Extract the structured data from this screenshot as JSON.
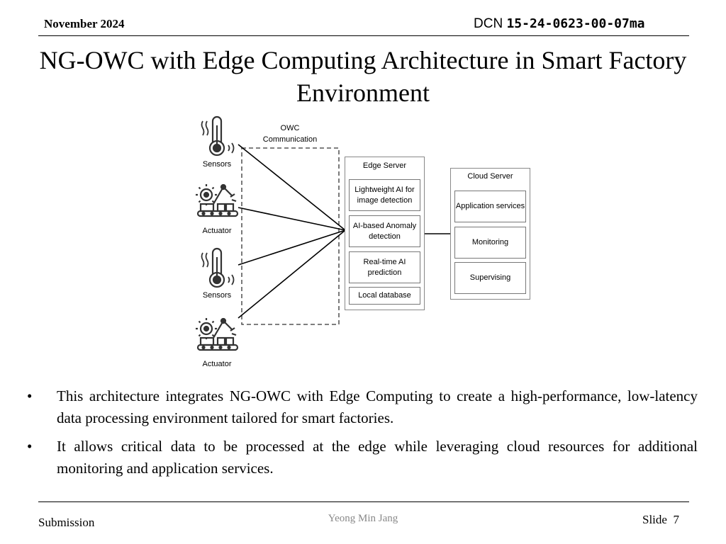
{
  "header": {
    "date": "November 2024",
    "dcn_label": "DCN",
    "dcn_number": "15-24-0623-00-07ma"
  },
  "title": "NG-OWC with Edge Computing Architecture in Smart Factory Environment",
  "diagram": {
    "owc_label": "OWC Communication",
    "devices": [
      "Sensors",
      "Actuator",
      "Sensors",
      "Actuator"
    ],
    "edge": {
      "title": "Edge Server",
      "items": [
        "Lightweight AI for image detection",
        "AI-based Anomaly detection",
        "Real-time AI prediction",
        "Local database"
      ]
    },
    "cloud": {
      "title": "Cloud Server",
      "items": [
        "Application services",
        "Monitoring",
        "Supervising"
      ]
    }
  },
  "bullets": [
    "This architecture integrates NG-OWC with Edge Computing to create a high-performance, low-latency data processing environment tailored for smart factories.",
    "It allows critical data to be processed at the edge while leveraging cloud resources for additional monitoring and application services."
  ],
  "footer": {
    "left": "Submission",
    "center": "Yeong Min Jang",
    "slide_label": "Slide",
    "slide_number": "7"
  }
}
